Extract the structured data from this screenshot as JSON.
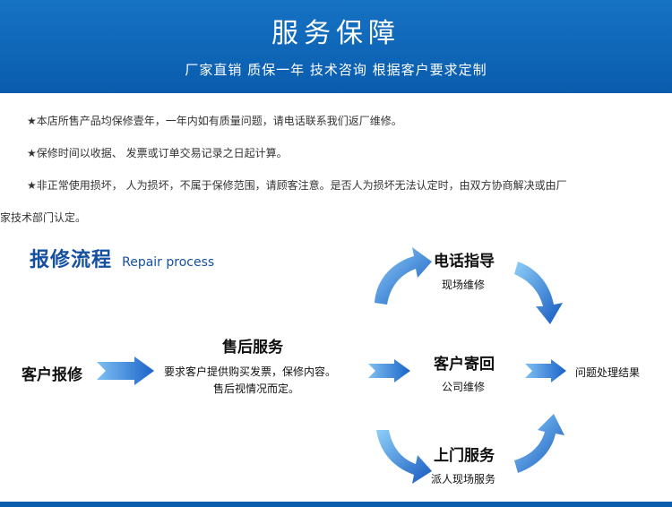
{
  "header": {
    "title": "服务保障",
    "subtitle": "厂家直销  质保一年  技术咨询  根据客户要求定制"
  },
  "terms": {
    "line1": "★本店所售产品均保修壹年，一年内如有质量问题，请电话联系我们返厂维修。",
    "line2": "★保修时间以收据、 发票或订单交易记录之日起计算。",
    "line3a": "★非正常使用损坏， 人为损坏，不属于保修范围，请顾客注意。是否人为损坏无法认定时，由双方协商解决或由厂",
    "line3b": "家技术部门认定。"
  },
  "process": {
    "title_cn": "报修流程",
    "title_en": "Repair process",
    "customer": "客户报修",
    "after_sales_title": "售后服务",
    "after_sales_desc1": "要求客户提供购买发票，保修内容。",
    "after_sales_desc2": "售后视情况而定。",
    "phone_title": "电话指导",
    "phone_sub": "现场维修",
    "return_title": "客户寄回",
    "return_sub": "公司维修",
    "onsite_title": "上门服务",
    "onsite_sub": "派人现场服务",
    "result": "问题处理结果"
  },
  "colors": {
    "header_blue": "#0a5cad",
    "arrow_blue": "#1a73d0",
    "arrow_light": "#7fc0f2"
  }
}
